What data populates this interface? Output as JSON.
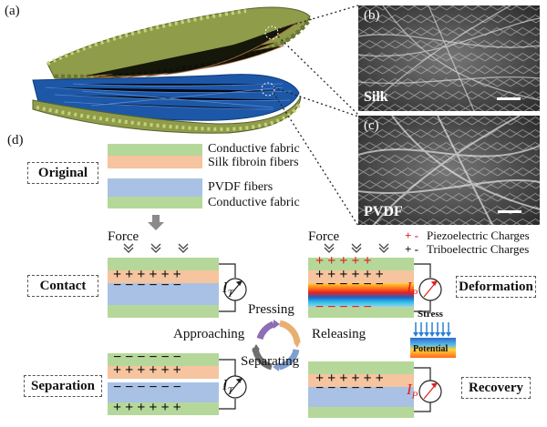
{
  "panel_labels": {
    "a": "(a)",
    "b": "(b)",
    "c": "(c)",
    "d": "(d)"
  },
  "sem": {
    "silk_label": "Silk",
    "pvdf_label": "PVDF"
  },
  "original_legend": {
    "layer1": "Conductive fabric",
    "layer2": "Silk fibroin fibers",
    "layer3": "PVDF fibers",
    "layer4": "Conductive fabric"
  },
  "states": {
    "original": "Original",
    "contact": "Contact",
    "separation": "Separation",
    "deformation": "Deformation",
    "recovery": "Recovery"
  },
  "force_label": "Force",
  "force_label_right": "Force",
  "charge_legend": {
    "piezo": "Piezoelectric Charges",
    "tribo": "Triboelectric Charges",
    "piezo_symbol": "+ -",
    "tribo_symbol": "+ -"
  },
  "cycle": {
    "pressing": "Pressing",
    "approaching": "Approaching",
    "releasing": "Releasing",
    "separating": "Separating"
  },
  "stress_inset": {
    "stress": "Stress",
    "potential": "Potential"
  },
  "currents": {
    "it": "I",
    "it_sub": "T",
    "ip": "I",
    "ip_sub": "P"
  },
  "colors": {
    "green_layer": "#b5d89a",
    "orange_layer": "#f6c49e",
    "blue_layer": "#a9c1e4",
    "piezo_red": "#e0201c",
    "fabric_green": "#7d8b3c",
    "fiber_blue": "#1d57a8"
  }
}
